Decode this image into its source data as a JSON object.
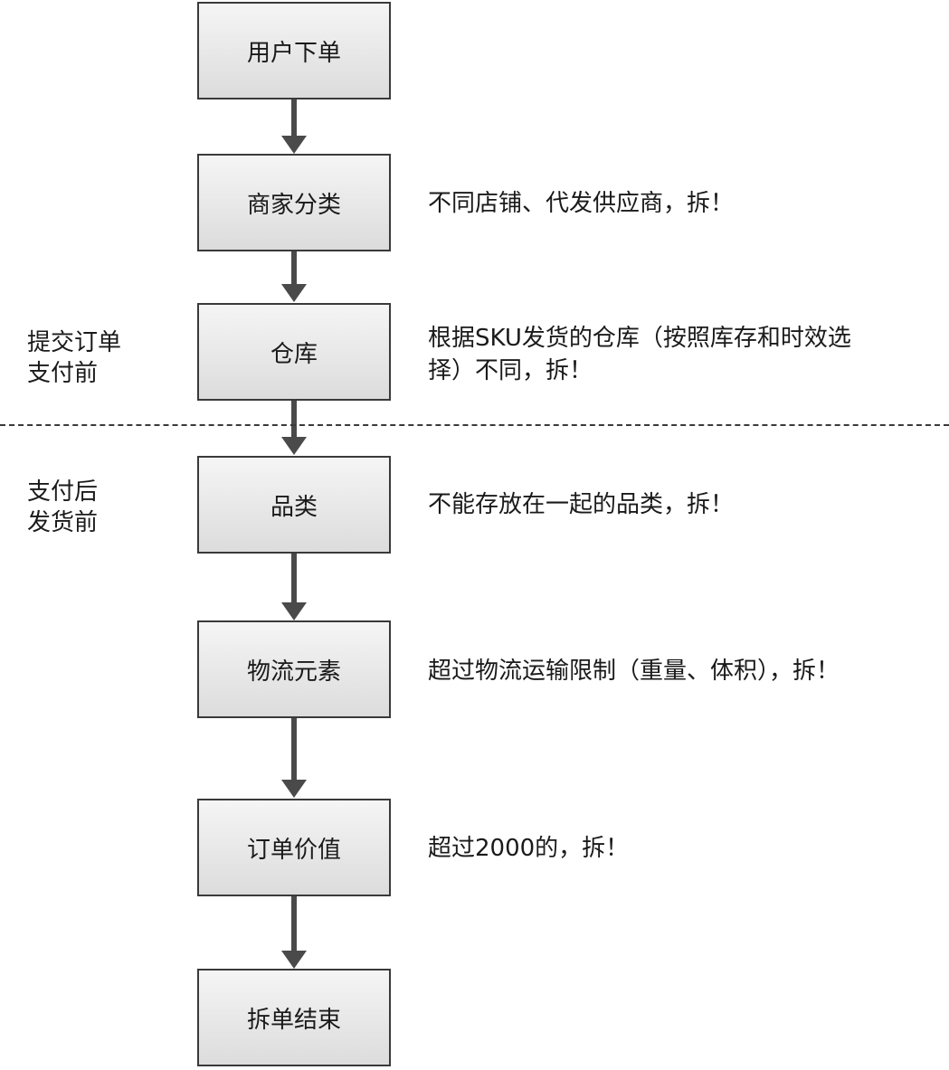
{
  "steps": [
    {
      "label": "用户下单"
    },
    {
      "label": "商家分类"
    },
    {
      "label": "仓库"
    },
    {
      "label": "品类"
    },
    {
      "label": "物流元素"
    },
    {
      "label": "订单价值"
    },
    {
      "label": "拆单结束"
    }
  ],
  "notes": {
    "merchant": "不同店铺、代发供应商，拆！",
    "warehouse_line1": "根据SKU发货的仓库（按照库存和时效选",
    "warehouse_line2": "择）不同，拆！",
    "category": "不能存放在一起的品类，拆！",
    "logistics": "超过物流运输限制（重量、体积），拆！",
    "value": "超过2000的，拆！"
  },
  "phases": {
    "before_line1": "提交订单",
    "before_line2": "支付前",
    "after_line1": "支付后",
    "after_line2": "发货前"
  }
}
